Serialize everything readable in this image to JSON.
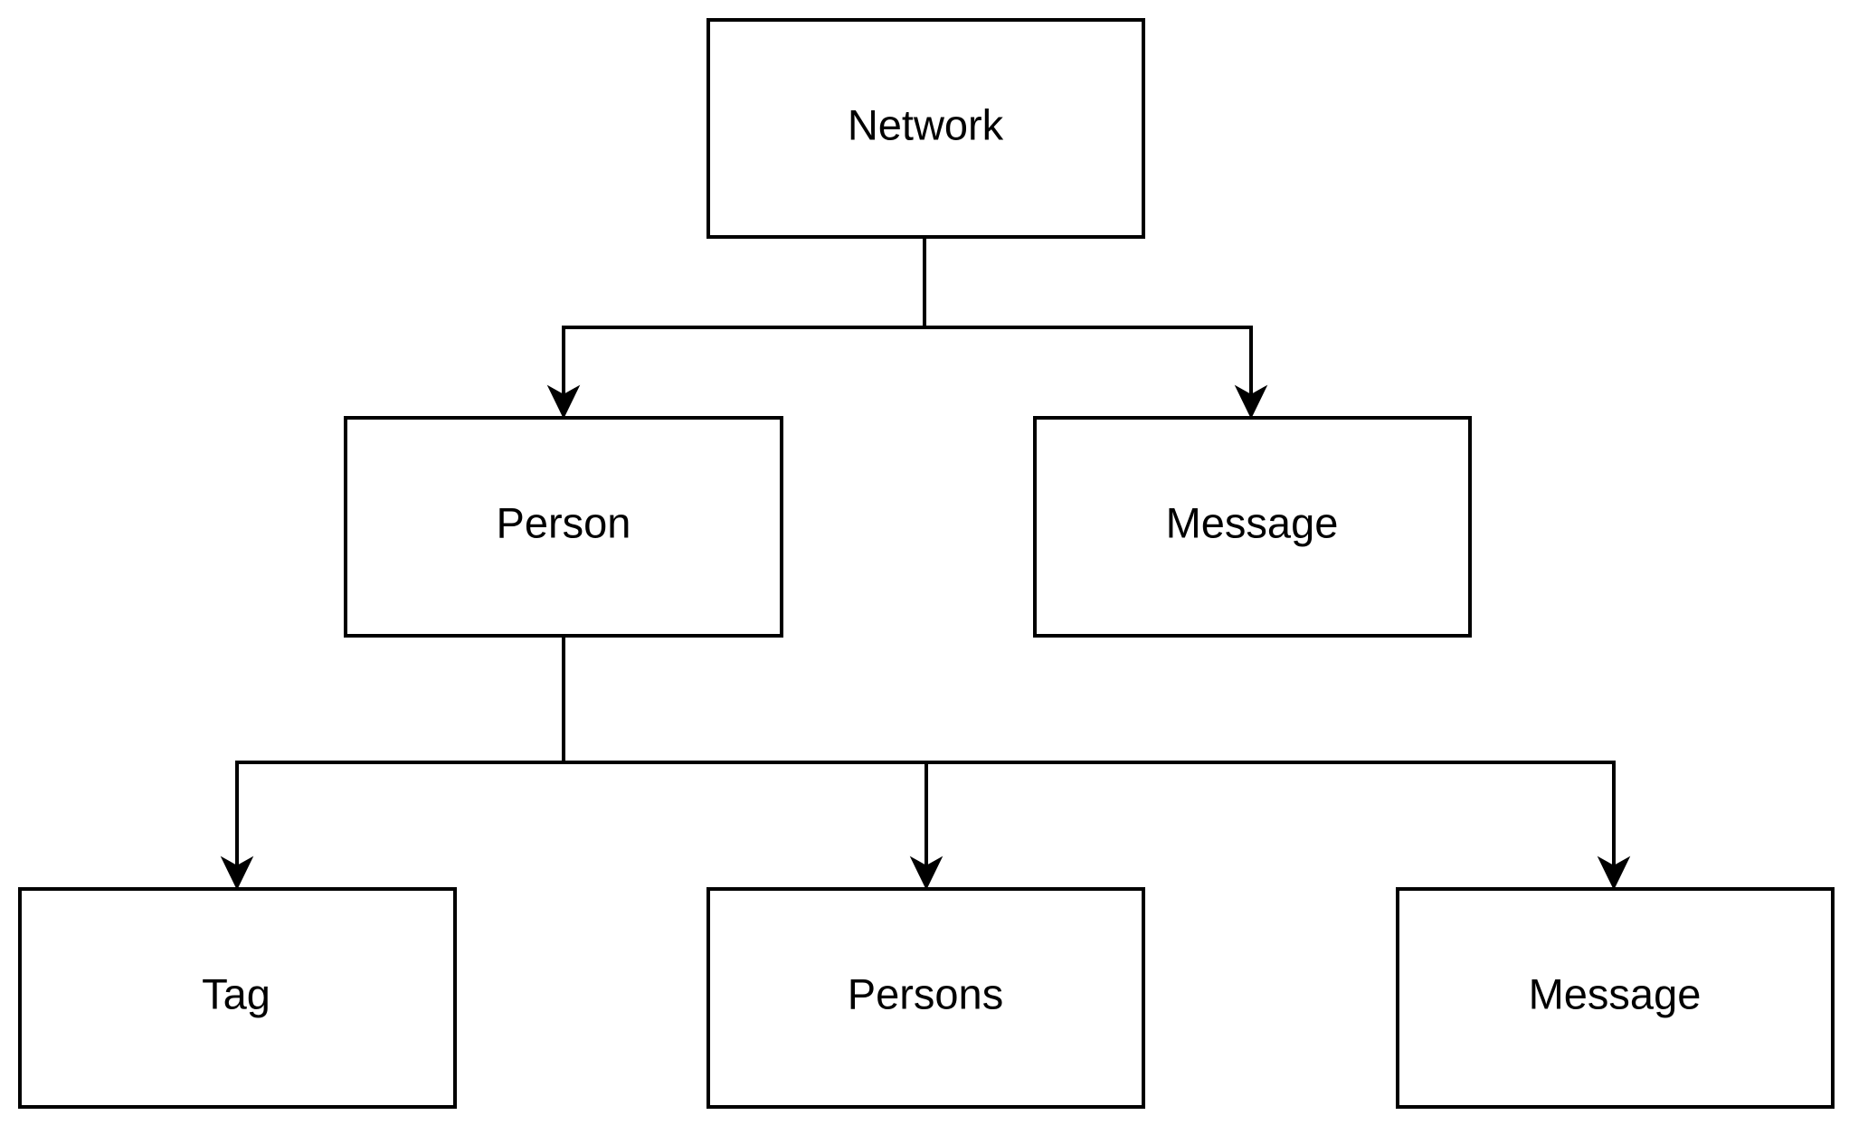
{
  "diagram": {
    "colors": {
      "stroke": "#000000",
      "fill": "#ffffff",
      "text": "#000000"
    },
    "nodes": {
      "network": {
        "label": "Network"
      },
      "person": {
        "label": "Person"
      },
      "message_top": {
        "label": "Message"
      },
      "tag": {
        "label": "Tag"
      },
      "persons": {
        "label": "Persons"
      },
      "message_bottom": {
        "label": "Message"
      }
    },
    "edges": [
      {
        "from": "network",
        "to": "person"
      },
      {
        "from": "network",
        "to": "message_top"
      },
      {
        "from": "person",
        "to": "tag"
      },
      {
        "from": "person",
        "to": "persons"
      },
      {
        "from": "person",
        "to": "message_bottom"
      }
    ]
  }
}
